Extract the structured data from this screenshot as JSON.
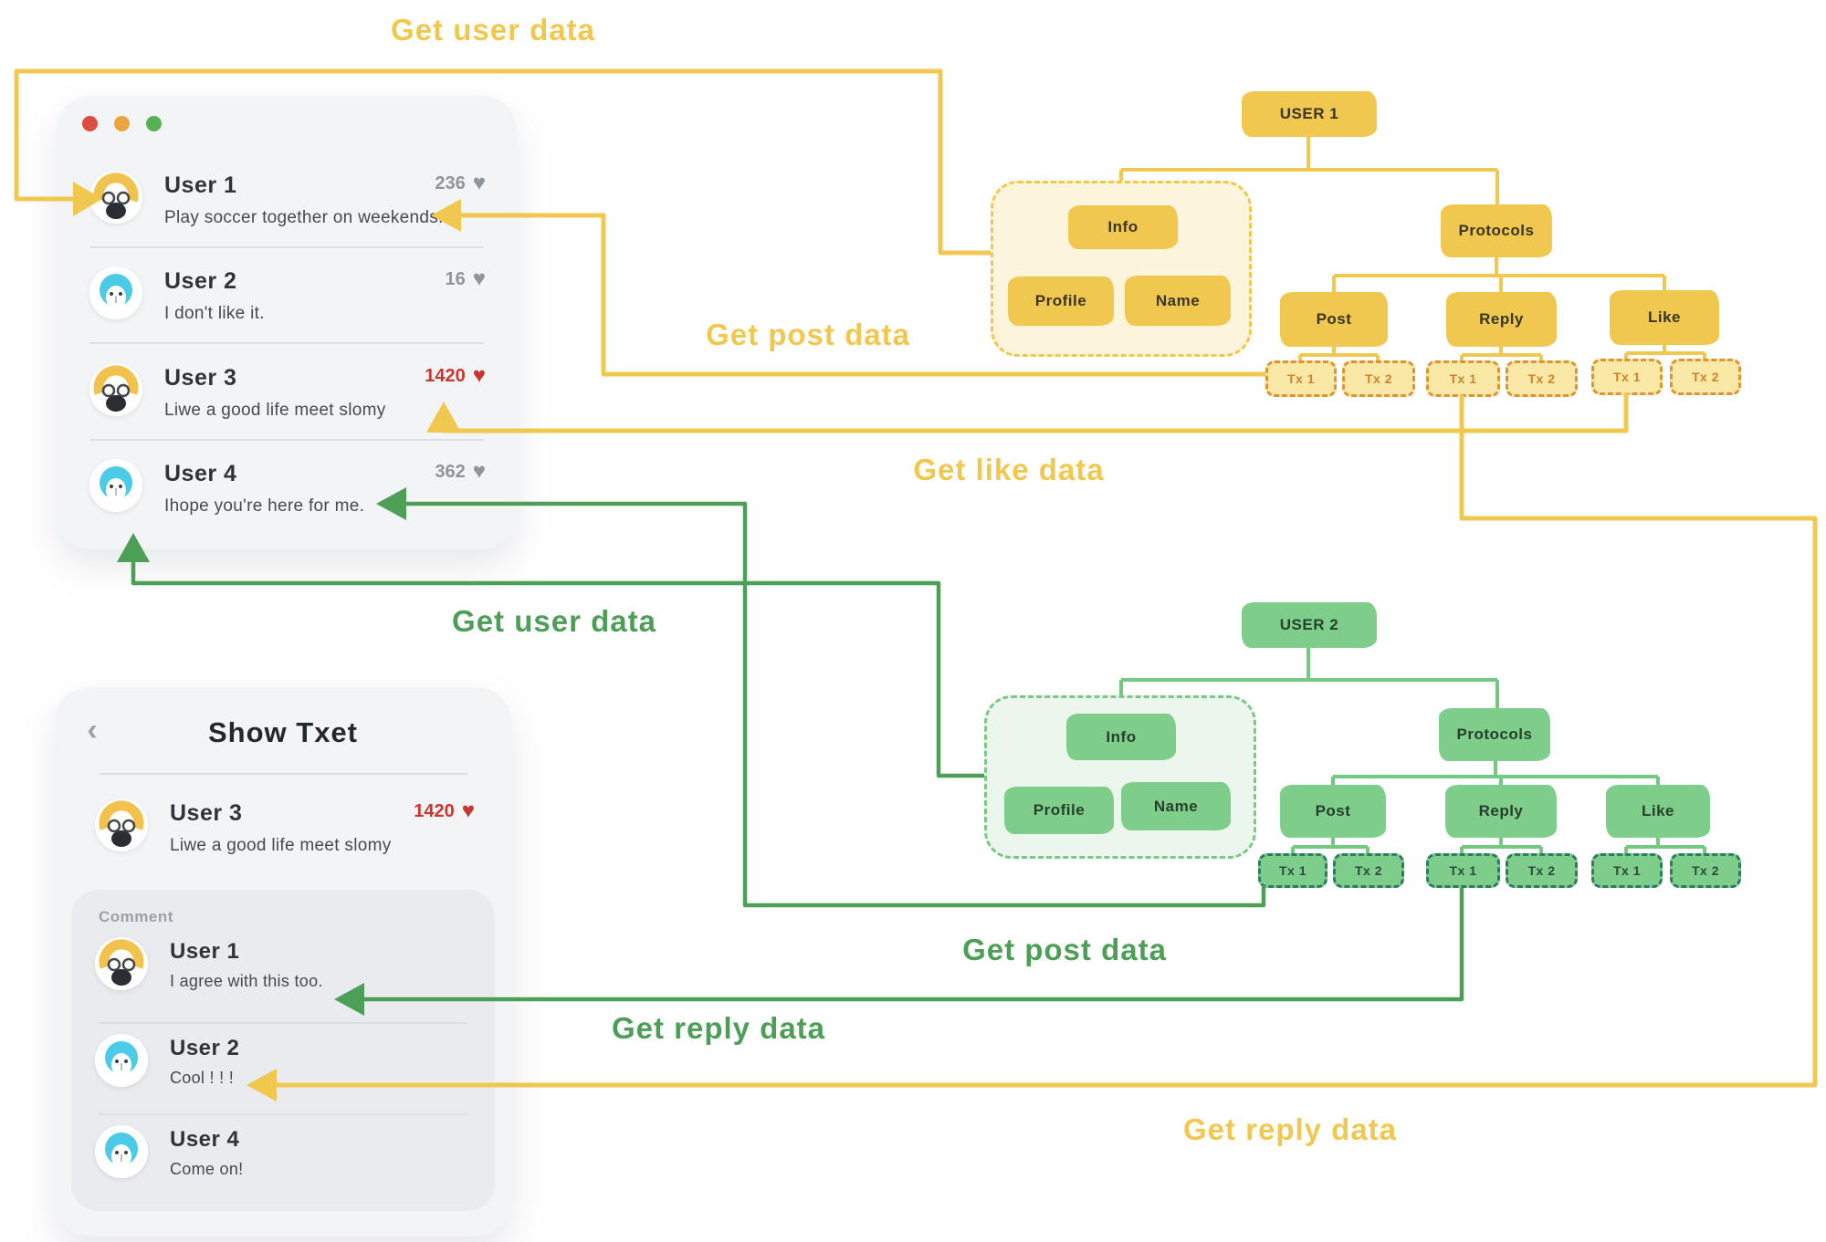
{
  "colors": {
    "canvas_bg": "#FFFFFF",
    "card_bg": "#F3F4F6",
    "comment_bg": "#E9EBEE",
    "separator": "#DCDEE2",
    "text_dark": "#2F343A",
    "text_muted": "#8E959D",
    "like_red": "#C9362F",
    "dot_red": "#DC4C41",
    "dot_orange": "#ECA53E",
    "dot_green": "#57B054",
    "yellow": "#F1C84F",
    "yellow_tx_fill": "#FAE8A6",
    "yellow_tx_border": "#DE9434",
    "yellow_tx_text": "#D08327",
    "yellow_container": "#FCF5DC",
    "green": "#7FCD8B",
    "green_line": "#4D9E57",
    "green_branch": "#74C981",
    "green_tx_border": "#2E7C5F",
    "green_tx_text": "#2B4A3E",
    "green_container": "#EBF6EC",
    "avatar_yellow": "#F2C24E",
    "avatar_cyan": "#4BCBE8"
  },
  "icons": {
    "heart": "♥",
    "back_chevron": "‹"
  },
  "flow_labels": {
    "user_yellow": "Get user data",
    "post_yellow": "Get post data",
    "like_yellow": "Get like data",
    "reply_yellow": "Get reply data",
    "user_green": "Get user data",
    "post_green": "Get post data",
    "reply_green": "Get reply data"
  },
  "feed_card": {
    "rows": [
      {
        "name": "User 1",
        "message": "Play soccer together on weekends.",
        "likes": "236"
      },
      {
        "name": "User 2",
        "message": "I don't like it.",
        "likes": "16"
      },
      {
        "name": "User 3",
        "message": "Liwe a good life meet slomy",
        "likes": "1420"
      },
      {
        "name": "User 4",
        "message": "Ihope you're here for me.",
        "likes": "362"
      }
    ]
  },
  "detail_card": {
    "title": "Show Txet",
    "post": {
      "name": "User 3",
      "message": "Liwe a good life meet slomy",
      "likes": "1420"
    },
    "comment_label": "Comment",
    "comments": [
      {
        "name": "User 1",
        "message": "I agree with this too."
      },
      {
        "name": "User 2",
        "message": "Cool ! ! !"
      },
      {
        "name": "User 4",
        "message": "Come on!"
      }
    ]
  },
  "trees": {
    "user1": {
      "root": "USER 1",
      "nodes": {
        "info": "Info",
        "profile": "Profile",
        "name": "Name",
        "protocols": "Protocols",
        "post": "Post",
        "reply": "Reply",
        "like": "Like"
      },
      "tx": [
        "Tx 1",
        "Tx 2"
      ]
    },
    "user2": {
      "root": "USER 2",
      "nodes": {
        "info": "Info",
        "profile": "Profile",
        "name": "Name",
        "protocols": "Protocols",
        "post": "Post",
        "reply": "Reply",
        "like": "Like"
      },
      "tx": [
        "Tx 1",
        "Tx 2"
      ]
    }
  }
}
